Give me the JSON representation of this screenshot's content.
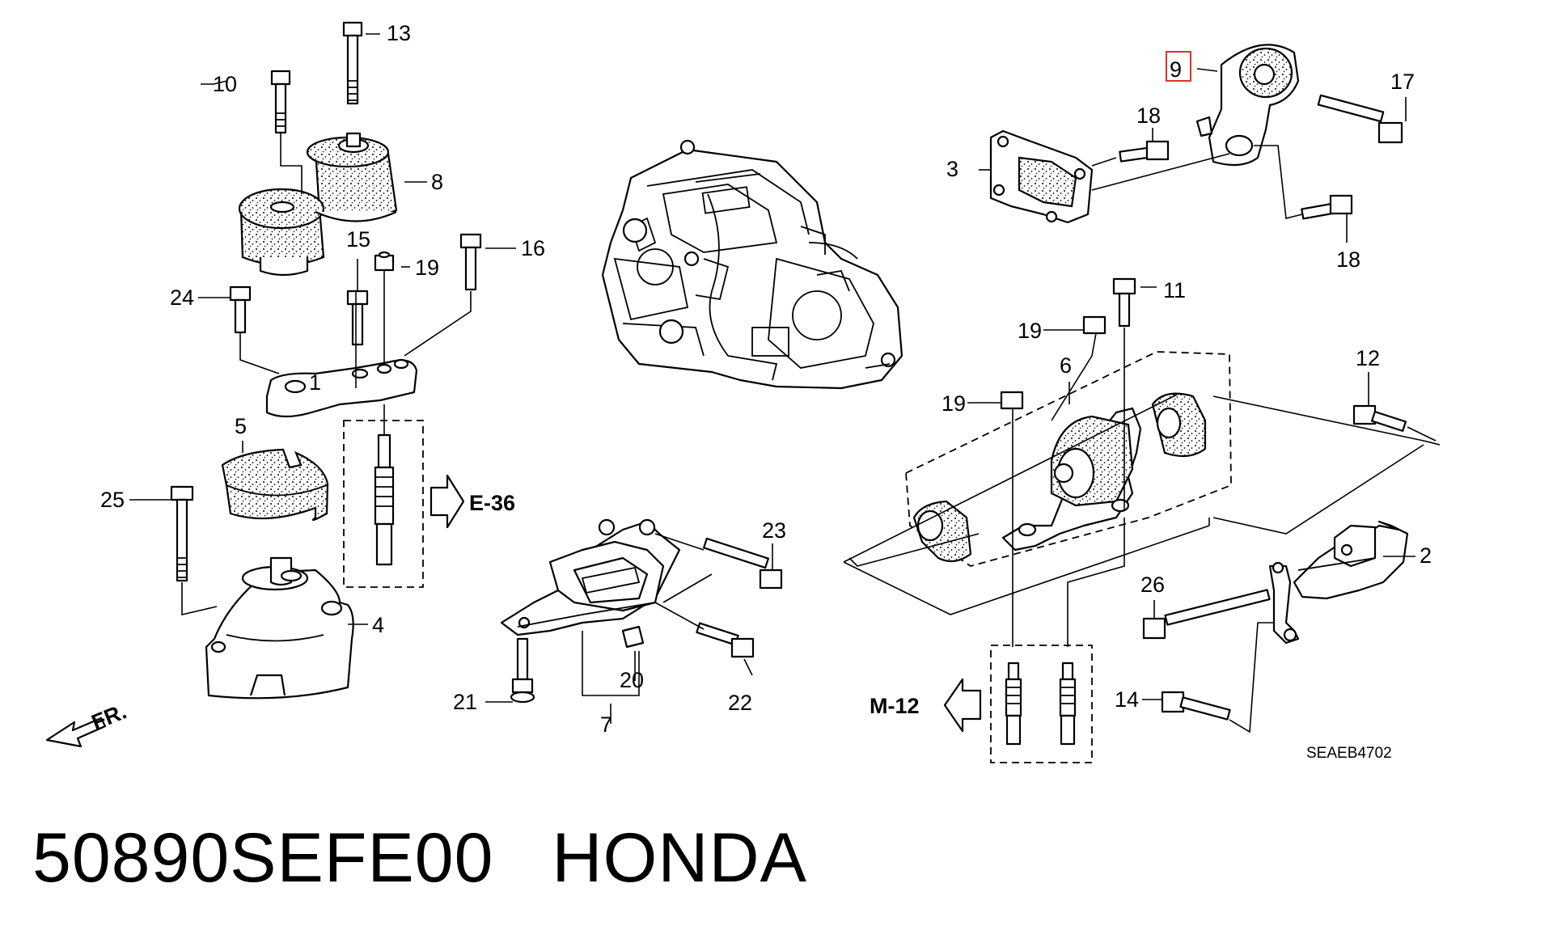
{
  "diagram_code": "SEAEB4702",
  "caption": {
    "part_number": "50890SEFE00",
    "brand": "HONDA"
  },
  "front_marker": "FR.",
  "references": {
    "left": "E-36",
    "right": "M-12"
  },
  "highlighted_callout": "9",
  "callouts": [
    "1",
    "2",
    "3",
    "4",
    "5",
    "6",
    "7",
    "8",
    "9",
    "10",
    "11",
    "12",
    "13",
    "14",
    "15",
    "16",
    "17",
    "18",
    "18",
    "19",
    "19",
    "19",
    "20",
    "21",
    "22",
    "23",
    "24",
    "25",
    "26"
  ],
  "colors": {
    "ink": "#000000",
    "highlight_box": "#d9322b"
  }
}
